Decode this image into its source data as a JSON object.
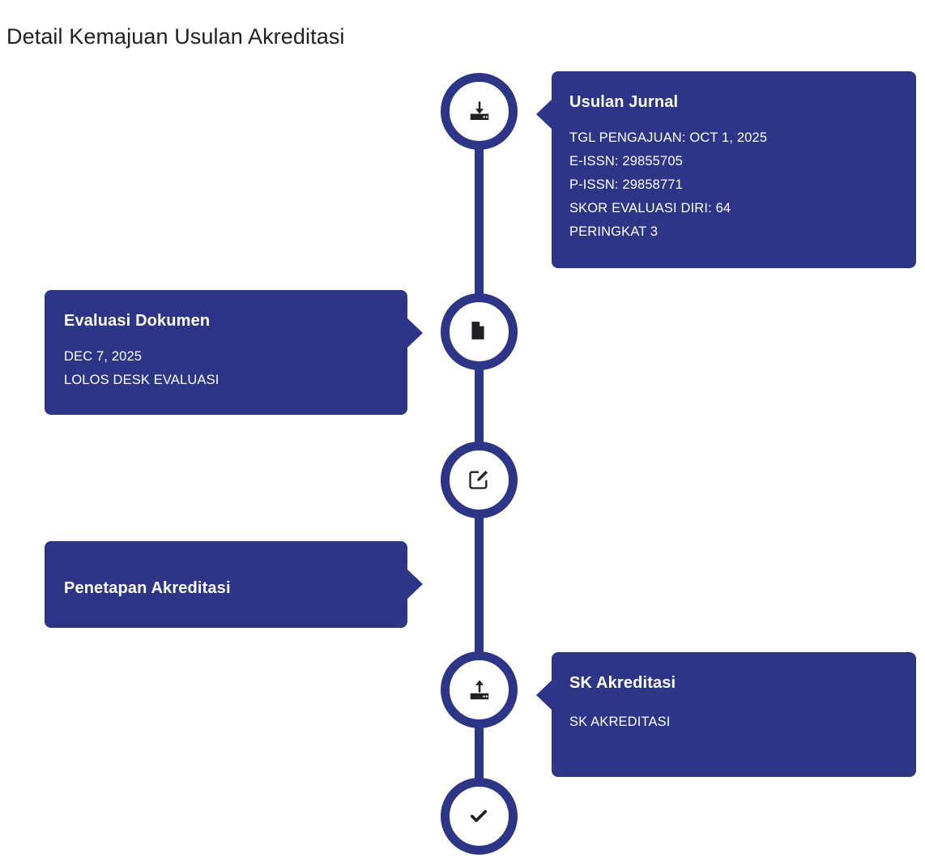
{
  "page": {
    "title": "Detail Kemajuan Usulan Akreditasi",
    "accent_color": "#2d3587",
    "card_text_color": "#ffffff",
    "title_color": "#202124",
    "background_color": "#ffffff"
  },
  "timeline": {
    "nodes": [
      {
        "icon": "download-save-icon",
        "side": "right"
      },
      {
        "icon": "document-file-icon",
        "side": "left"
      },
      {
        "icon": "edit-pencil-square-icon",
        "side": "left"
      },
      {
        "icon": "upload-icon",
        "side": "right"
      },
      {
        "icon": "check-icon",
        "side": "none"
      }
    ],
    "steps": [
      {
        "id": "usulan-jurnal",
        "title": "Usulan Jurnal",
        "side": "right",
        "lines": [
          "TGL PENGAJUAN: OCT 1, 2025",
          "E-ISSN: 29855705",
          "P-ISSN: 29858771",
          "SKOR EVALUASI DIRI: 64",
          "PERINGKAT 3"
        ]
      },
      {
        "id": "evaluasi-dokumen",
        "title": "Evaluasi Dokumen",
        "side": "left",
        "lines": [
          "DEC 7, 2025",
          "LOLOS DESK EVALUASI"
        ]
      },
      {
        "id": "penetapan-akreditasi",
        "title": "Penetapan Akreditasi",
        "side": "left",
        "lines": []
      },
      {
        "id": "sk-akreditasi",
        "title": "SK Akreditasi",
        "side": "right",
        "lines": [
          "SK AKREDITASI"
        ]
      }
    ]
  }
}
